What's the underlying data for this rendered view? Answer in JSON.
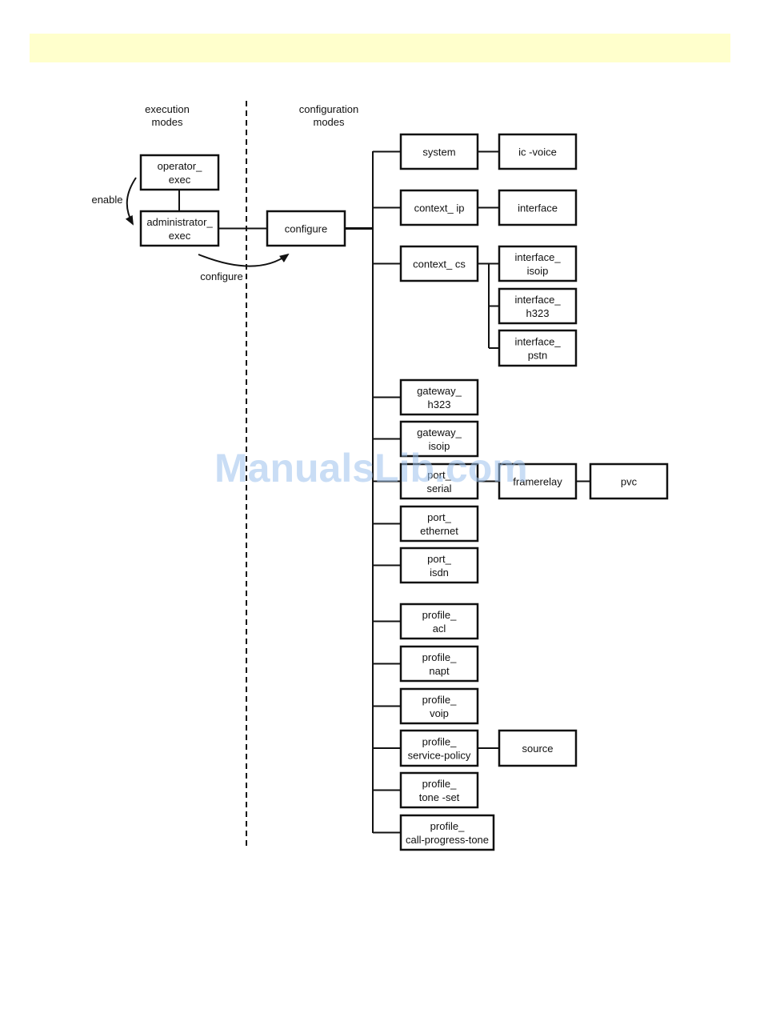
{
  "header": {
    "color": "#ffffcc"
  },
  "mode_labels": {
    "execution": [
      "execution",
      "modes"
    ],
    "configuration": [
      "configuration",
      "modes"
    ]
  },
  "edge_labels": {
    "enable": "enable",
    "configure": "configure"
  },
  "nodes": [
    {
      "id": "operator_exec",
      "lines": [
        "operator_",
        "exec"
      ]
    },
    {
      "id": "administrator_exec",
      "lines": [
        "administrator_",
        "exec"
      ]
    },
    {
      "id": "configure",
      "lines": [
        "configure"
      ]
    },
    {
      "id": "system",
      "lines": [
        "system"
      ]
    },
    {
      "id": "ic_voice",
      "lines": [
        "ic -voice"
      ]
    },
    {
      "id": "context_ip",
      "lines": [
        "context_ ip"
      ]
    },
    {
      "id": "interface",
      "lines": [
        "interface"
      ]
    },
    {
      "id": "context_cs",
      "lines": [
        "context_ cs"
      ]
    },
    {
      "id": "interface_isoip",
      "lines": [
        "interface_",
        "isoip"
      ]
    },
    {
      "id": "interface_h323",
      "lines": [
        "interface_",
        "h323"
      ]
    },
    {
      "id": "interface_pstn",
      "lines": [
        "interface_",
        "pstn"
      ]
    },
    {
      "id": "gateway_h323",
      "lines": [
        "gateway_",
        "h323"
      ]
    },
    {
      "id": "gateway_isoip",
      "lines": [
        "gateway_",
        "isoip"
      ]
    },
    {
      "id": "port_serial",
      "lines": [
        "port_",
        "serial"
      ]
    },
    {
      "id": "framerelay",
      "lines": [
        "framerelay"
      ]
    },
    {
      "id": "pvc",
      "lines": [
        "pvc"
      ]
    },
    {
      "id": "port_ethernet",
      "lines": [
        "port_",
        "ethernet"
      ]
    },
    {
      "id": "port_isdn",
      "lines": [
        "port_",
        "isdn"
      ]
    },
    {
      "id": "profile_acl",
      "lines": [
        "profile_",
        "acl"
      ]
    },
    {
      "id": "profile_napt",
      "lines": [
        "profile_",
        "napt"
      ]
    },
    {
      "id": "profile_voip",
      "lines": [
        "profile_",
        "voip"
      ]
    },
    {
      "id": "profile_service_policy",
      "lines": [
        "profile_",
        "service-policy"
      ]
    },
    {
      "id": "source",
      "lines": [
        "source"
      ]
    },
    {
      "id": "profile_tone_set",
      "lines": [
        "profile_",
        "tone -set"
      ]
    },
    {
      "id": "profile_call_progress_tone",
      "lines": [
        "profile_",
        "call-progress-tone"
      ]
    }
  ],
  "watermark": "ManualsLib.com"
}
